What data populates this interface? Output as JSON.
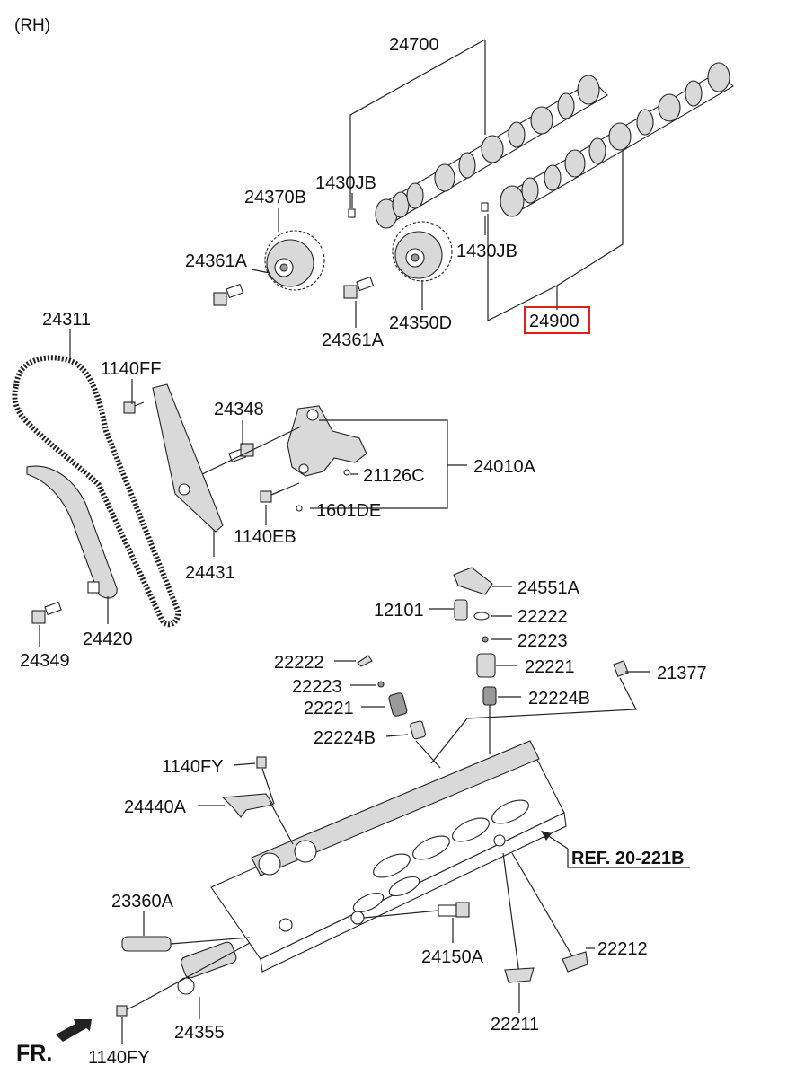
{
  "header": {
    "side_label": "(RH)"
  },
  "footer": {
    "direction_label": "FR."
  },
  "reference": {
    "label": "REF. 20-221B"
  },
  "parts": {
    "p24700": "24700",
    "p1430jb_a": "1430JB",
    "p1430jb_b": "1430JB",
    "p24370b": "24370B",
    "p24361a_a": "24361A",
    "p24361a_b": "24361A",
    "p24350d": "24350D",
    "p24900": "24900",
    "p24311": "24311",
    "p1140ff": "1140FF",
    "p24348": "24348",
    "p24010a": "24010A",
    "p21126c": "21126C",
    "p1601de": "1601DE",
    "p1140eb": "1140EB",
    "p24431": "24431",
    "p24420": "24420",
    "p24349": "24349",
    "p24551a": "24551A",
    "p12101": "12101",
    "p22222_a": "22222",
    "p22223_a": "22223",
    "p22221_a": "22221",
    "p22224b_a": "22224B",
    "p21377": "21377",
    "p22222_b": "22222",
    "p22223_b": "22223",
    "p22221_b": "22221",
    "p22224b_b": "22224B",
    "p1140fy_a": "1140FY",
    "p24440a": "24440A",
    "p23360a": "23360A",
    "p24150a": "24150A",
    "p22212": "22212",
    "p22211": "22211",
    "p24355": "24355",
    "p1140fy_b": "1140FY"
  },
  "highlight": {
    "part": "24900",
    "color": "#e0201e"
  }
}
